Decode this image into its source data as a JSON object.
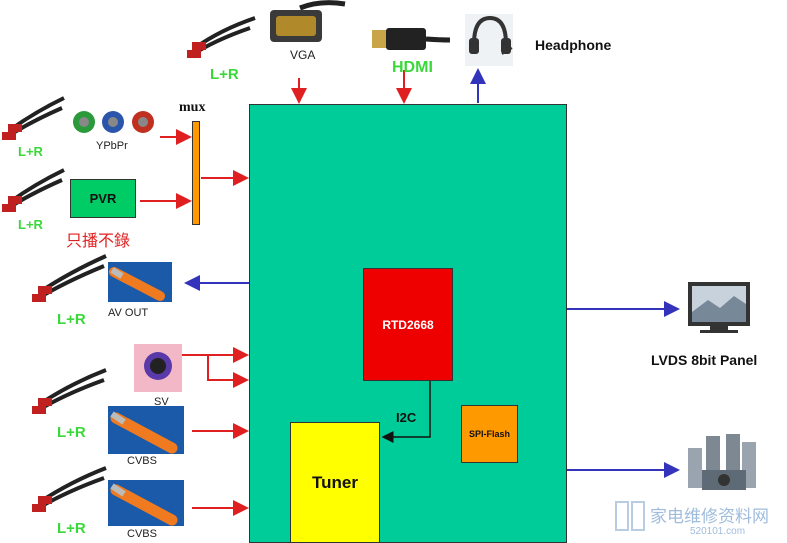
{
  "inputs": {
    "vga": "VGA",
    "vga_audio": "L+R",
    "hdmi": "HDMI",
    "headphone": "Headphone",
    "mux": "mux",
    "ypbpr": "YPbPr",
    "ypbpr_audio": "L+R",
    "pvr": "PVR",
    "pvr_audio": "L+R",
    "pvr_note": "只播不錄",
    "av_out": "AV OUT",
    "av_out_audio": "L+R",
    "sv": "SV",
    "cvbs1": "CVBS",
    "cvbs1_audio": "L+R",
    "cvbs2": "CVBS",
    "cvbs2_audio": "L+R"
  },
  "board": {
    "chip": "RTD2668",
    "i2c": "I2C",
    "flash": "SPI-Flash",
    "tuner": "Tuner"
  },
  "outputs": {
    "panel": "LVDS 8bit Panel"
  },
  "watermark": {
    "text": "家电维修资料网",
    "url": "520101.com"
  },
  "colors": {
    "board": "#00cc99",
    "chip": "#ee0000",
    "flash": "#ff9900",
    "tuner": "#ffff00",
    "input_arrow": "#e02020",
    "output_arrow": "#3333bb",
    "audio_label": "#3ad83a"
  }
}
